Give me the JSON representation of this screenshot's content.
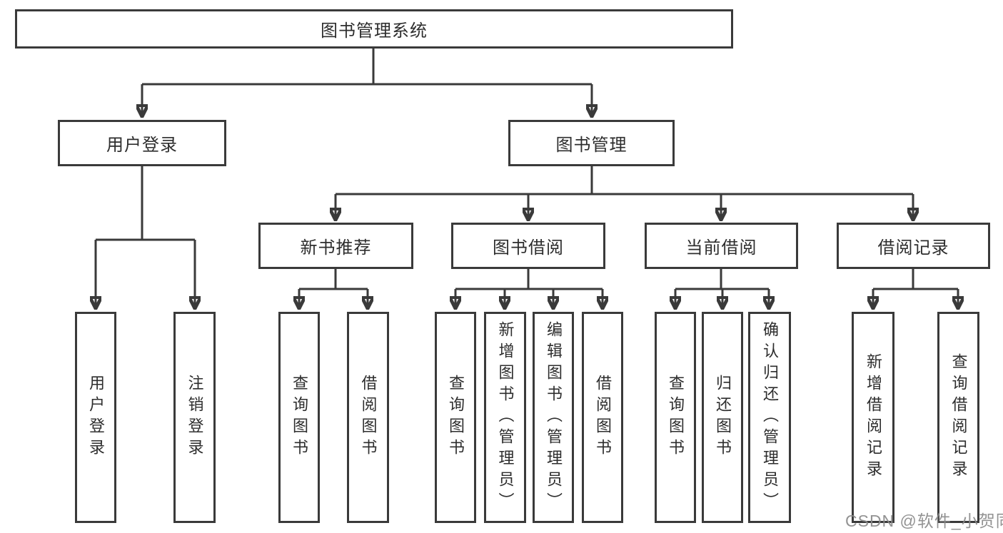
{
  "diagram": {
    "type": "tree",
    "hierarchy": {
      "root": {
        "label": "图书管理系统",
        "children": [
          {
            "label": "用户登录",
            "children": [
              {
                "label": "用户登录"
              },
              {
                "label": "注销登录"
              }
            ]
          },
          {
            "label": "图书管理",
            "children": [
              {
                "label": "新书推荐",
                "children": [
                  {
                    "label": "查询图书"
                  },
                  {
                    "label": "借阅图书"
                  }
                ]
              },
              {
                "label": "图书借阅",
                "children": [
                  {
                    "label": "查询图书"
                  },
                  {
                    "label": "新增图书（管理员）"
                  },
                  {
                    "label": "编辑图书（管理员）"
                  },
                  {
                    "label": "借阅图书"
                  }
                ]
              },
              {
                "label": "当前借阅",
                "children": [
                  {
                    "label": "查询图书"
                  },
                  {
                    "label": "归还图书"
                  },
                  {
                    "label": "确认归还（管理员）"
                  }
                ]
              },
              {
                "label": "借阅记录",
                "children": [
                  {
                    "label": "新增借阅记录"
                  },
                  {
                    "label": "查询借阅记录"
                  }
                ]
              }
            ]
          }
        ]
      }
    },
    "colors": {
      "line": "#3a3a3a",
      "node_border": "#3a3a3a",
      "node_fill": "#ffffff",
      "text": "#2d2d2d",
      "background": "#ffffff"
    }
  },
  "watermark": {
    "text": "CSDN @软件_小贺同学",
    "color": "#8a8a8a"
  }
}
